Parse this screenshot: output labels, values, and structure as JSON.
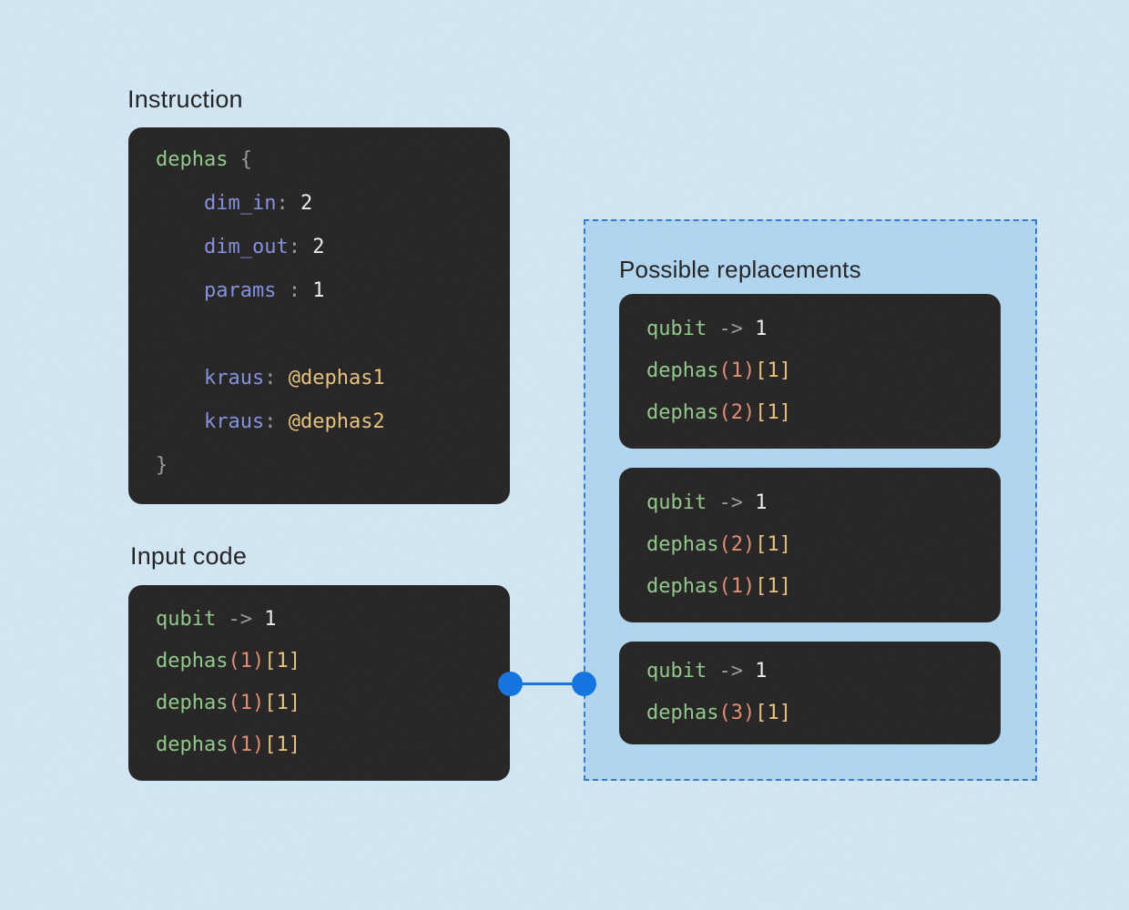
{
  "colors": {
    "page_background": "#cfe4f2",
    "code_block_background": "#211f1f",
    "replacements_panel_background": "#aed3ee",
    "replacements_panel_border": "#2e77cc",
    "connector_blue": "#0e70dd",
    "heading_text": "#1d1d1d",
    "code_green": "#8cc787",
    "code_purple": "#7f8ede",
    "code_gray": "#97979b",
    "code_white": "#eceae6",
    "code_gold": "#e4c07a",
    "code_salmon": "#e18a6c"
  },
  "instruction": {
    "label": "Instruction",
    "lines": [
      [
        {
          "text": "dephas ",
          "color": "green"
        },
        {
          "text": "{",
          "color": "gray"
        }
      ],
      [
        {
          "text": "    ",
          "color": "plain"
        },
        {
          "text": "dim_in",
          "color": "purple"
        },
        {
          "text": ": ",
          "color": "gray"
        },
        {
          "text": "2",
          "color": "white"
        }
      ],
      [
        {
          "text": "    ",
          "color": "plain"
        },
        {
          "text": "dim_out",
          "color": "purple"
        },
        {
          "text": ": ",
          "color": "gray"
        },
        {
          "text": "2",
          "color": "white"
        }
      ],
      [
        {
          "text": "    ",
          "color": "plain"
        },
        {
          "text": "params ",
          "color": "purple"
        },
        {
          "text": ": ",
          "color": "gray"
        },
        {
          "text": "1",
          "color": "white"
        }
      ],
      [],
      [
        {
          "text": "    ",
          "color": "plain"
        },
        {
          "text": "kraus",
          "color": "purple"
        },
        {
          "text": ": ",
          "color": "gray"
        },
        {
          "text": "@dephas1",
          "color": "gold"
        }
      ],
      [
        {
          "text": "    ",
          "color": "plain"
        },
        {
          "text": "kraus",
          "color": "purple"
        },
        {
          "text": ": ",
          "color": "gray"
        },
        {
          "text": "@dephas2",
          "color": "gold"
        }
      ],
      [
        {
          "text": "}",
          "color": "gray"
        }
      ]
    ]
  },
  "input_code": {
    "label": "Input code",
    "lines": [
      [
        {
          "text": "qubit ",
          "color": "green"
        },
        {
          "text": "-> ",
          "color": "gray"
        },
        {
          "text": "1",
          "color": "white"
        }
      ],
      [
        {
          "text": "dephas",
          "color": "green"
        },
        {
          "text": "(1)",
          "color": "salmon"
        },
        {
          "text": "[1]",
          "color": "gold"
        }
      ],
      [
        {
          "text": "dephas",
          "color": "green"
        },
        {
          "text": "(1)",
          "color": "salmon"
        },
        {
          "text": "[1]",
          "color": "gold"
        }
      ],
      [
        {
          "text": "dephas",
          "color": "green"
        },
        {
          "text": "(1)",
          "color": "salmon"
        },
        {
          "text": "[1]",
          "color": "gold"
        }
      ]
    ]
  },
  "replacements": {
    "label": "Possible replacements",
    "blocks": [
      {
        "lines": [
          [
            {
              "text": "qubit ",
              "color": "green"
            },
            {
              "text": "-> ",
              "color": "gray"
            },
            {
              "text": "1",
              "color": "white"
            }
          ],
          [
            {
              "text": "dephas",
              "color": "green"
            },
            {
              "text": "(1)",
              "color": "salmon"
            },
            {
              "text": "[1]",
              "color": "gold"
            }
          ],
          [
            {
              "text": "dephas",
              "color": "green"
            },
            {
              "text": "(2)",
              "color": "salmon"
            },
            {
              "text": "[1]",
              "color": "gold"
            }
          ]
        ]
      },
      {
        "lines": [
          [
            {
              "text": "qubit ",
              "color": "green"
            },
            {
              "text": "-> ",
              "color": "gray"
            },
            {
              "text": "1",
              "color": "white"
            }
          ],
          [
            {
              "text": "dephas",
              "color": "green"
            },
            {
              "text": "(2)",
              "color": "salmon"
            },
            {
              "text": "[1]",
              "color": "gold"
            }
          ],
          [
            {
              "text": "dephas",
              "color": "green"
            },
            {
              "text": "(1)",
              "color": "salmon"
            },
            {
              "text": "[1]",
              "color": "gold"
            }
          ]
        ]
      },
      {
        "lines": [
          [
            {
              "text": "qubit ",
              "color": "green"
            },
            {
              "text": "-> ",
              "color": "gray"
            },
            {
              "text": "1",
              "color": "white"
            }
          ],
          [
            {
              "text": "dephas",
              "color": "green"
            },
            {
              "text": "(3)",
              "color": "salmon"
            },
            {
              "text": "[1]",
              "color": "gold"
            }
          ]
        ]
      }
    ]
  }
}
